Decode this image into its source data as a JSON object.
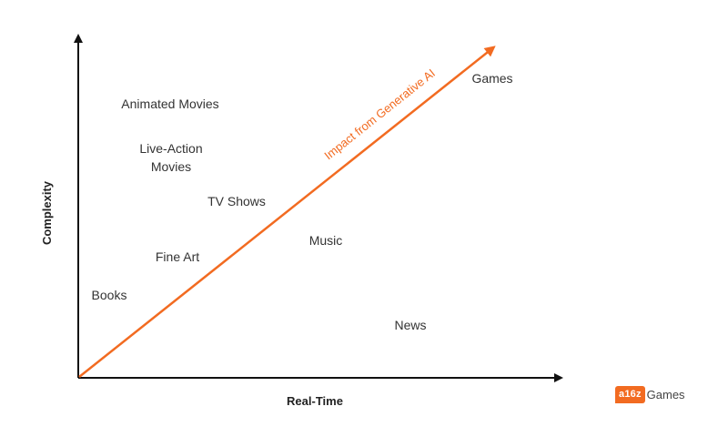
{
  "diagram": {
    "axis_y_title": "Complexity",
    "axis_x_title": "Real-Time",
    "trend_label": "Impact from Generative AI",
    "items": {
      "animated_movies": "Animated Movies",
      "live_action_line1": "Live-Action",
      "live_action_line2": "Movies",
      "tv_shows": "TV Shows",
      "fine_art": "Fine Art",
      "books": "Books",
      "music": "Music",
      "news": "News",
      "games": "Games"
    }
  },
  "logo": {
    "mark": "a16z",
    "word": "Games"
  },
  "colors": {
    "accent": "#f26b21",
    "axis": "#111111",
    "text": "#333333"
  }
}
